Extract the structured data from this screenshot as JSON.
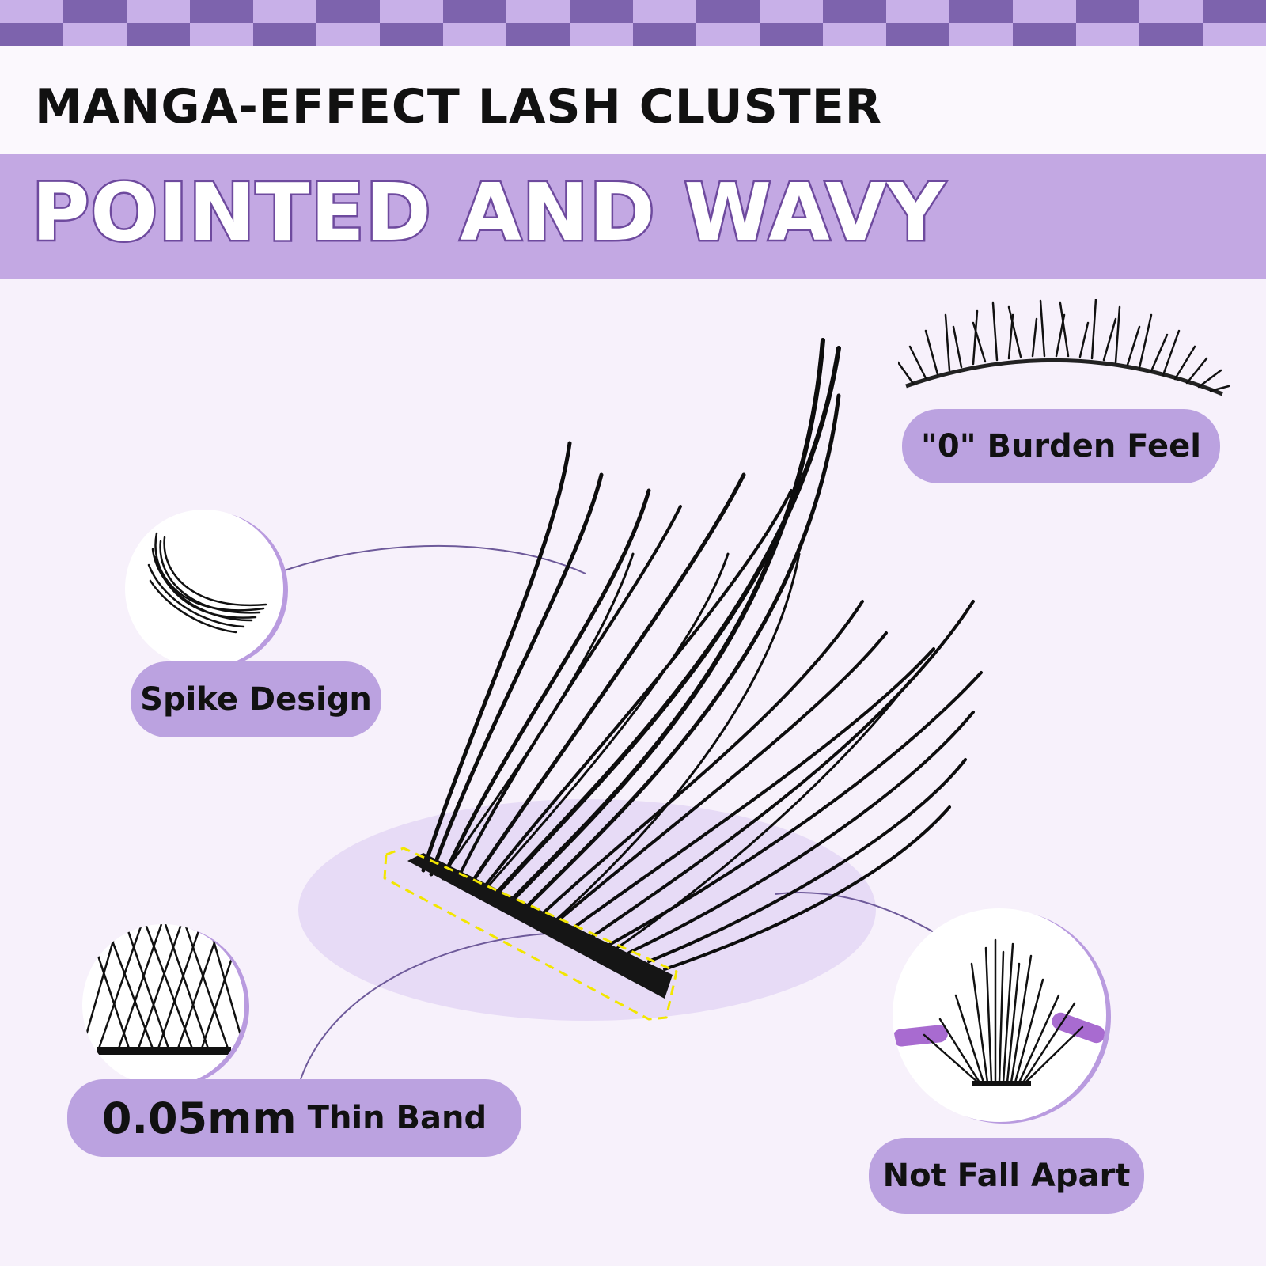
{
  "header": {
    "subtitle": "MANGA-EFFECT LASH CLUSTER",
    "headline": "POINTED AND WAVY"
  },
  "features": [
    {
      "id": "burden",
      "label": "\"0\" Burden Feel"
    },
    {
      "id": "spike",
      "label": "Spike Design"
    },
    {
      "id": "band",
      "label_big": "0.05mm",
      "label_small": "Thin Band"
    },
    {
      "id": "apart",
      "label": "Not Fall Apart"
    }
  ],
  "colors": {
    "accent": "#c3a8e3",
    "accent_dark": "#6e4a9e",
    "checker_dark": "#7d63ad",
    "checker_light": "#c8b0e8",
    "background": "#f7f1fb",
    "highlight_dash": "#f2e600"
  }
}
